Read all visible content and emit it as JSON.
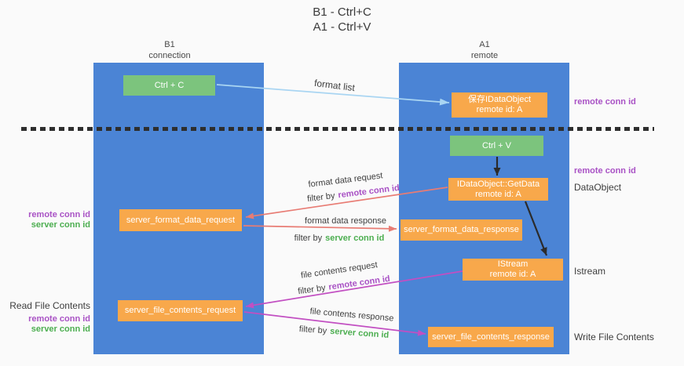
{
  "title": {
    "line1": "B1 - Ctrl+C",
    "line2": "A1 - Ctrl+V"
  },
  "columns": {
    "left": {
      "name": "B1",
      "role": "connection"
    },
    "right": {
      "name": "A1",
      "role": "remote"
    }
  },
  "boxes": {
    "ctrl_c": "Ctrl + C",
    "ctrl_v": "Ctrl + V",
    "save_dataobject": {
      "line1": "保存IDataObject",
      "line2": "remote id: A"
    },
    "getdata": {
      "line1": "IDataObject::GetData",
      "line2": "remote id: A"
    },
    "istream": {
      "line1": "IStream",
      "line2": "remote id: A"
    },
    "format_request": "server_format_data_request",
    "format_response": "server_format_data_response",
    "file_request": "server_file_contents_request",
    "file_response": "server_file_contents_response"
  },
  "flow": {
    "format_list": "format list",
    "format_data_request": "format data request",
    "format_data_response": "format data response",
    "file_contents_request": "file contents request",
    "file_contents_response": "file contents response",
    "filter_by": "filter by",
    "remote_conn_id": "remote conn id",
    "server_conn_id": "server conn id"
  },
  "side_labels": {
    "left_mid": {
      "remote": "remote conn id",
      "server": "server conn id"
    },
    "left_bottom": {
      "title": "Read File Contents",
      "remote": "remote conn id",
      "server": "server conn id"
    },
    "right": {
      "remote_top": "remote conn id",
      "remote_mid": "remote conn id",
      "dataobject": "DataObject",
      "istream": "Istream",
      "write": "Write File Contents"
    }
  },
  "colors": {
    "column_blue": "#4b84d5",
    "box_orange": "#f8a84b",
    "box_green": "#7cc47d",
    "arrow_blue": "#a9d5f2",
    "arrow_red": "#e87c74",
    "arrow_magenta": "#c24fc2",
    "arrow_black": "#2b2b2b",
    "remote_conn_id_text": "#a952c5",
    "server_conn_id_text": "#4cae50"
  }
}
